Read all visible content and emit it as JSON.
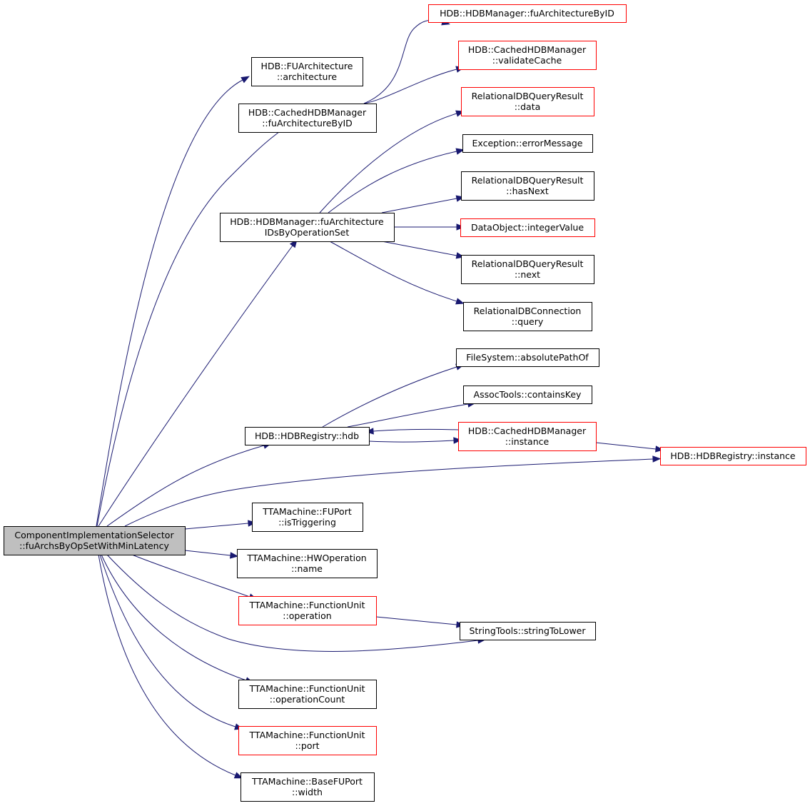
{
  "colors": {
    "edge": "#191970",
    "root_fill": "#bfbfbf",
    "border_normal": "#000000",
    "border_red": "#ff0000",
    "fill": "#ffffff"
  },
  "nodes": [
    {
      "id": "root",
      "lines": [
        "ComponentImplementationSelector",
        "::fuArchsByOpSetWithMinLatency"
      ],
      "style": "root"
    },
    {
      "id": "n_fuArchitectureByID_top",
      "lines": [
        "HDB::HDBManager::fuArchitectureByID"
      ],
      "style": "red"
    },
    {
      "id": "n_fuarch_architecture",
      "lines": [
        "HDB::FUArchitecture",
        "::architecture"
      ],
      "style": "normal"
    },
    {
      "id": "n_validateCache",
      "lines": [
        "HDB::CachedHDBManager",
        "::validateCache"
      ],
      "style": "red"
    },
    {
      "id": "n_cached_fuArchitectureByID",
      "lines": [
        "HDB::CachedHDBManager",
        "::fuArchitectureByID"
      ],
      "style": "normal"
    },
    {
      "id": "n_rdqr_data",
      "lines": [
        "RelationalDBQueryResult",
        "::data"
      ],
      "style": "red"
    },
    {
      "id": "n_errorMessage",
      "lines": [
        "Exception::errorMessage"
      ],
      "style": "normal"
    },
    {
      "id": "n_rdqr_hasNext",
      "lines": [
        "RelationalDBQueryResult",
        "::hasNext"
      ],
      "style": "normal"
    },
    {
      "id": "n_fuArchIDsByOpSet",
      "lines": [
        "HDB::HDBManager::fuArchitecture",
        "IDsByOperationSet"
      ],
      "style": "normal"
    },
    {
      "id": "n_integerValue",
      "lines": [
        "DataObject::integerValue"
      ],
      "style": "red"
    },
    {
      "id": "n_rdqr_next",
      "lines": [
        "RelationalDBQueryResult",
        "::next"
      ],
      "style": "normal"
    },
    {
      "id": "n_rdc_query",
      "lines": [
        "RelationalDBConnection",
        "::query"
      ],
      "style": "normal"
    },
    {
      "id": "n_absolutePathOf",
      "lines": [
        "FileSystem::absolutePathOf"
      ],
      "style": "normal"
    },
    {
      "id": "n_containsKey",
      "lines": [
        "AssocTools::containsKey"
      ],
      "style": "normal"
    },
    {
      "id": "n_registry_hdb",
      "lines": [
        "HDB::HDBRegistry::hdb"
      ],
      "style": "normal"
    },
    {
      "id": "n_cached_instance",
      "lines": [
        "HDB::CachedHDBManager",
        "::instance"
      ],
      "style": "red"
    },
    {
      "id": "n_registry_instance",
      "lines": [
        "HDB::HDBRegistry::instance"
      ],
      "style": "red"
    },
    {
      "id": "n_isTriggering",
      "lines": [
        "TTAMachine::FUPort",
        "::isTriggering"
      ],
      "style": "normal"
    },
    {
      "id": "n_hwop_name",
      "lines": [
        "TTAMachine::HWOperation",
        "::name"
      ],
      "style": "normal"
    },
    {
      "id": "n_fu_operation",
      "lines": [
        "TTAMachine::FunctionUnit",
        "::operation"
      ],
      "style": "red"
    },
    {
      "id": "n_stringToLower",
      "lines": [
        "StringTools::stringToLower"
      ],
      "style": "normal"
    },
    {
      "id": "n_operationCount",
      "lines": [
        "TTAMachine::FunctionUnit",
        "::operationCount"
      ],
      "style": "normal"
    },
    {
      "id": "n_fu_port",
      "lines": [
        "TTAMachine::FunctionUnit",
        "::port"
      ],
      "style": "red"
    },
    {
      "id": "n_basefuport_width",
      "lines": [
        "TTAMachine::BaseFUPort",
        "::width"
      ],
      "style": "normal"
    }
  ],
  "edges": [
    {
      "from": "root",
      "to": "n_fuarch_architecture"
    },
    {
      "from": "root",
      "to": "n_cached_fuArchitectureByID"
    },
    {
      "from": "root",
      "to": "n_fuArchIDsByOpSet"
    },
    {
      "from": "root",
      "to": "n_registry_hdb"
    },
    {
      "from": "root",
      "to": "n_registry_instance"
    },
    {
      "from": "root",
      "to": "n_isTriggering"
    },
    {
      "from": "root",
      "to": "n_hwop_name"
    },
    {
      "from": "root",
      "to": "n_fu_operation"
    },
    {
      "from": "root",
      "to": "n_stringToLower"
    },
    {
      "from": "root",
      "to": "n_operationCount"
    },
    {
      "from": "root",
      "to": "n_fu_port"
    },
    {
      "from": "root",
      "to": "n_basefuport_width"
    },
    {
      "from": "n_cached_fuArchitectureByID",
      "to": "n_fuArchitectureByID_top"
    },
    {
      "from": "n_cached_fuArchitectureByID",
      "to": "n_validateCache"
    },
    {
      "from": "n_fuArchIDsByOpSet",
      "to": "n_rdqr_data"
    },
    {
      "from": "n_fuArchIDsByOpSet",
      "to": "n_errorMessage"
    },
    {
      "from": "n_fuArchIDsByOpSet",
      "to": "n_rdqr_hasNext"
    },
    {
      "from": "n_fuArchIDsByOpSet",
      "to": "n_integerValue"
    },
    {
      "from": "n_fuArchIDsByOpSet",
      "to": "n_rdqr_next"
    },
    {
      "from": "n_fuArchIDsByOpSet",
      "to": "n_rdc_query"
    },
    {
      "from": "n_registry_hdb",
      "to": "n_absolutePathOf"
    },
    {
      "from": "n_registry_hdb",
      "to": "n_containsKey"
    },
    {
      "from": "n_registry_hdb",
      "to": "n_cached_instance"
    },
    {
      "from": "n_cached_instance",
      "to": "n_registry_hdb"
    },
    {
      "from": "n_cached_instance",
      "to": "n_registry_instance"
    },
    {
      "from": "n_fu_operation",
      "to": "n_stringToLower"
    }
  ]
}
